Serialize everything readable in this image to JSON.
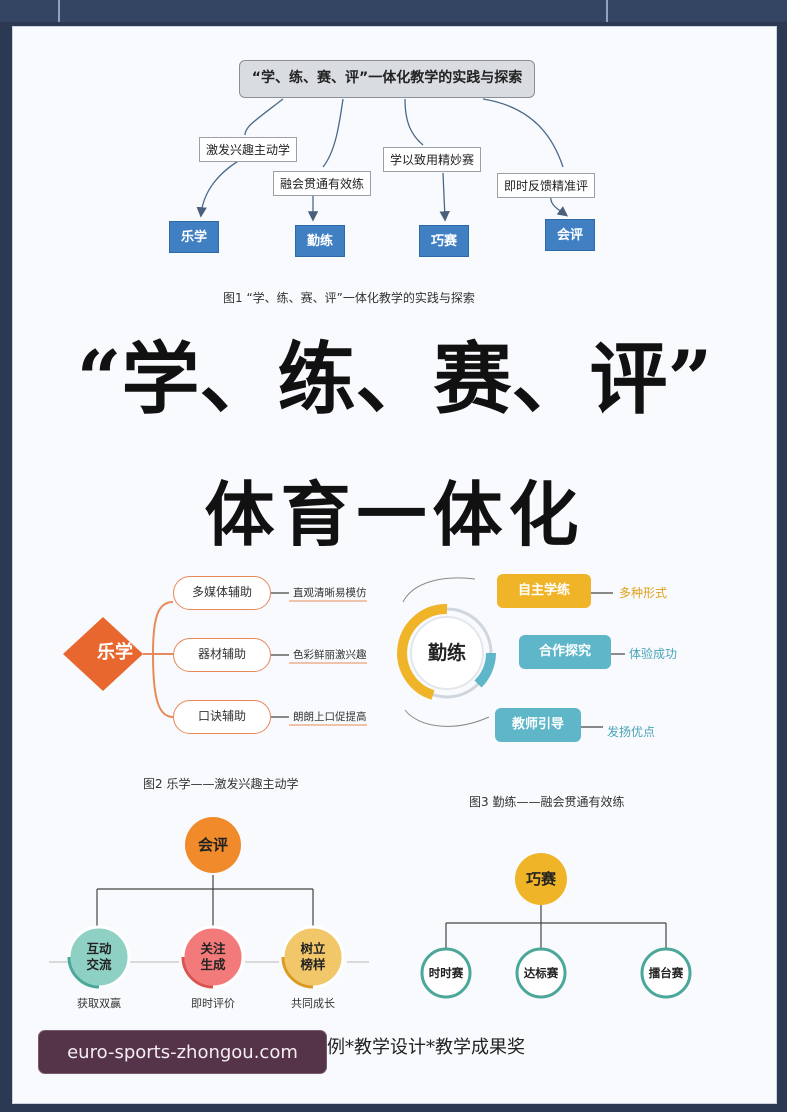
{
  "diagram1": {
    "root": "“学、练、赛、评”一体化教学的实践与探索",
    "branch_labels": [
      "激发兴趣主动学",
      "融会贯通有效练",
      "学以致用精妙赛",
      "即时反馈精准评"
    ],
    "leaves": [
      "乐学",
      "勤练",
      "巧赛",
      "会评"
    ],
    "caption": "图1 “学、练、赛、评”一体化教学的实践与探索"
  },
  "title": {
    "line1": "“学、练、赛、评”",
    "line2": "体育一体化"
  },
  "diagram2": {
    "center": "乐学",
    "items": [
      "多媒体辅助",
      "器材辅助",
      "口诀辅助"
    ],
    "notes": [
      "直观清晰易模仿",
      "色彩鲜丽激兴趣",
      "朗朗上口促提高"
    ],
    "caption": "图2 乐学——激发兴趣主动学"
  },
  "diagram3": {
    "center": "勤练",
    "items": [
      "自主学练",
      "合作探究",
      "教师引导"
    ],
    "notes": [
      "多种形式",
      "体验成功",
      "发扬优点"
    ],
    "caption": "图3 勤练——融会贯通有效练"
  },
  "diagram4": {
    "root": "会评",
    "items": [
      "互动\n交流",
      "关注\n生成",
      "树立\n榜样"
    ],
    "subs": [
      "获取双赢",
      "即时评价",
      "共同成长"
    ]
  },
  "diagram5": {
    "root": "巧赛",
    "items": [
      "时时赛",
      "达标赛",
      "擂台赛"
    ]
  },
  "bottom_text": "课题*案例*教学设计*教学成果奖",
  "watermark": "euro-sports-zhongou.com",
  "colors": {
    "leaf_blue": "#3f7fc2",
    "orange": "#e8672f",
    "gold": "#f0b429",
    "teal": "#5fb6c9",
    "background": "#2b3a52"
  }
}
